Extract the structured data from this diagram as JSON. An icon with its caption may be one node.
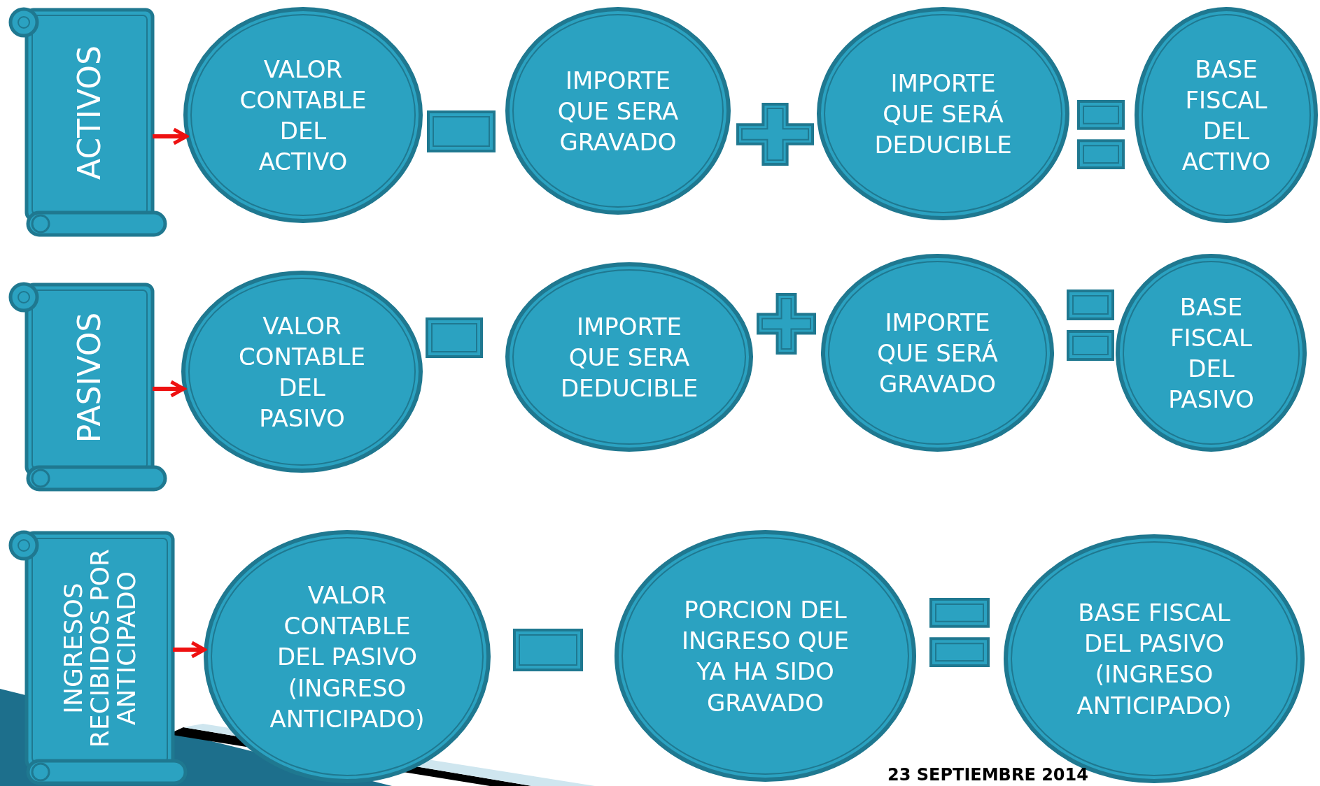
{
  "diagram": {
    "nodes": [
      {
        "text": [
          "ACTIVOS"
        ]
      },
      {
        "text": [
          "VALOR CONTABLE DEL ACTIVO"
        ]
      },
      {
        "text": [],
        "shape": "minus"
      },
      {
        "text": [
          "IMPORTE QUE SERA GRAVADO"
        ]
      },
      {
        "text": [],
        "shape": "plus"
      },
      {
        "text": [
          "IMPORTE QUE SERÁ DEDUCIBLE"
        ]
      },
      {
        "text": [],
        "shape": "equals"
      },
      {
        "text": [
          "BASE FISCAL DEL ACTIVO"
        ]
      },
      {
        "text": [
          "PASIVOS"
        ]
      },
      {
        "text": [
          "VALOR CONTABLE DEL PASIVO"
        ]
      },
      {
        "text": [],
        "shape": "minus"
      },
      {
        "text": [
          "IMPORTE QUE SERA DEDUCIBLE"
        ]
      },
      {
        "text": [],
        "shape": "plus"
      },
      {
        "text": [
          "IMPORTE QUE SERÁ GRAVADO"
        ]
      },
      {
        "text": [],
        "shape": "equals"
      },
      {
        "text": [
          "BASE FISCAL DEL PASIVO"
        ]
      },
      {
        "text": [
          "INGRESOS RECIBIDOS POR ANTICIPADO"
        ]
      },
      {
        "text": [
          "VALOR CONTABLE DEL PASIVO (INGRESO ANTICIPADO)"
        ]
      },
      {
        "text": [],
        "shape": "minus"
      },
      {
        "text": [
          "PORCION DEL INGRESO QUE YA HA SIDO GRAVADO"
        ]
      },
      {
        "text": [],
        "shape": "equals"
      },
      {
        "text": [
          "BASE FISCAL DEL PASIVO (INGRESO ANTICIPADO)"
        ]
      }
    ],
    "edges": [
      {
        "from": 0,
        "to": 1,
        "arrow": "to"
      },
      {
        "from": 8,
        "to": 9,
        "arrow": "to"
      },
      {
        "from": 16,
        "to": 17,
        "arrow": "to"
      }
    ],
    "labels": [
      "23 SEPTIEMBRE 2014"
    ]
  }
}
